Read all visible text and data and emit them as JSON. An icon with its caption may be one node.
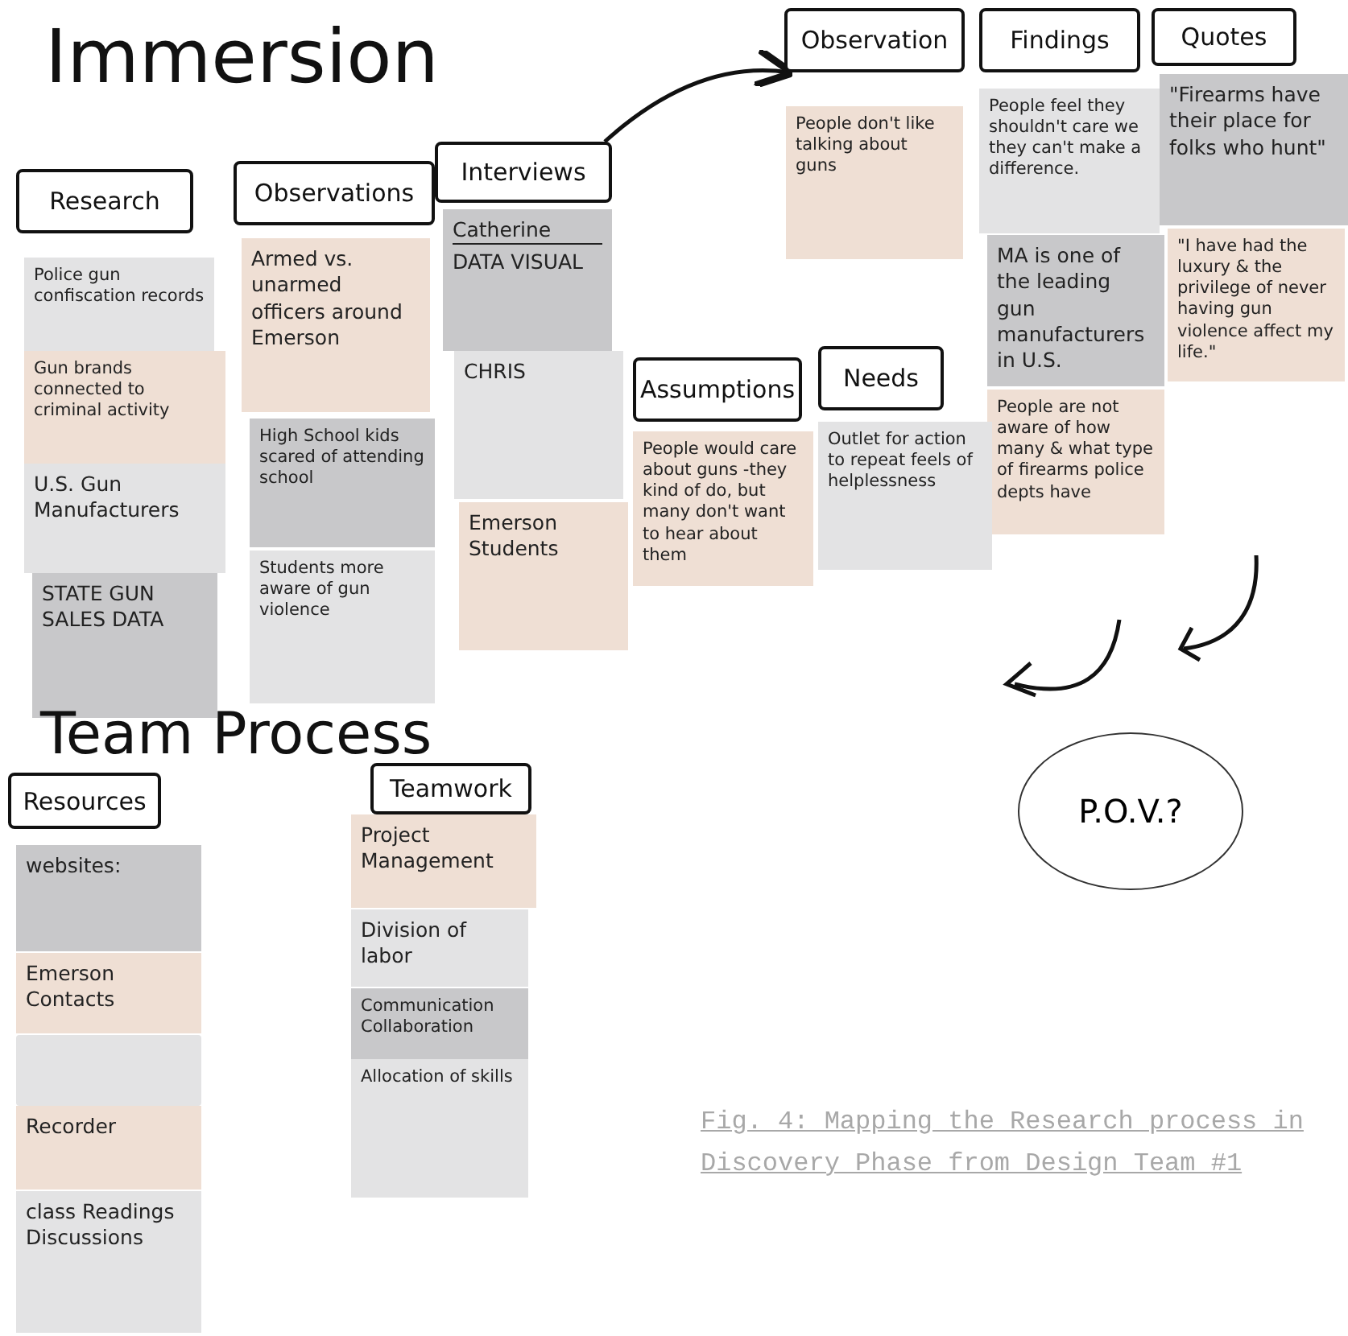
{
  "diagram": {
    "caption": "Fig. 4: Mapping the Research process in Discovery Phase from Design Team #1",
    "nodes": [
      {
        "text": [
          "Research"
        ]
      },
      {
        "text": [
          "Police gun confiscation records"
        ]
      },
      {
        "text": [
          "Gun brands connected to criminal activity"
        ]
      },
      {
        "text": [
          "U.S. Gun Manufacturers"
        ]
      },
      {
        "text": [
          "STATE GUN SALES DATA"
        ]
      },
      {
        "text": [
          "Observations"
        ]
      },
      {
        "text": [
          "Armed vs. unarmed officers around Emerson"
        ]
      },
      {
        "text": [
          "High School kids scared of attending school"
        ]
      },
      {
        "text": [
          "Students more aware of gun violence"
        ]
      },
      {
        "text": [
          "Interviews"
        ]
      },
      {
        "text": [
          "Catherine",
          "DATA VISUAL"
        ]
      },
      {
        "text": [
          "CHRIS"
        ]
      },
      {
        "text": [
          "Emerson Students"
        ]
      },
      {
        "text": [
          "Observation"
        ]
      },
      {
        "text": [
          "People don't like talking about guns"
        ]
      },
      {
        "text": [
          "Findings"
        ]
      },
      {
        "text": [
          "People feel they shouldn't care we they can't make a difference."
        ]
      },
      {
        "text": [
          "MA is one of the leading gun manufacturers in U.S."
        ]
      },
      {
        "text": [
          "People are not aware of how many & what type of firearms police depts have"
        ]
      },
      {
        "text": [
          "Quotes"
        ]
      },
      {
        "text": [
          "\"Firearms have their place for folks who hunt\""
        ]
      },
      {
        "text": [
          "\"I have had the luxury & the privilege of never having gun violence affect my life.\""
        ]
      },
      {
        "text": [
          "Assumptions"
        ]
      },
      {
        "text": [
          "People would care about guns -they kind of do, but many don't want to hear about them"
        ]
      },
      {
        "text": [
          "Needs"
        ]
      },
      {
        "text": [
          "Outlet for action to repeat feels of helplessness"
        ]
      },
      {
        "text": [
          "P.O.V.?"
        ]
      },
      {
        "text": [
          "Resources"
        ]
      },
      {
        "text": [
          "websites:"
        ]
      },
      {
        "text": [
          "Emerson Contacts"
        ]
      },
      {
        "text": [],
        "shape": "box"
      },
      {
        "text": [
          "Recorder"
        ]
      },
      {
        "text": [
          "class Readings Discussions"
        ]
      },
      {
        "text": [
          "Teamwork"
        ]
      },
      {
        "text": [
          "Project Management"
        ]
      },
      {
        "text": [
          "Division of labor"
        ]
      },
      {
        "text": [
          "Communication Collaboration"
        ]
      },
      {
        "text": [
          "Allocation of skills"
        ]
      }
    ],
    "edges": [
      {
        "from": 9,
        "to": 13,
        "arrow": "to"
      }
    ],
    "labels": [
      "Immersion",
      "Team Process"
    ]
  }
}
